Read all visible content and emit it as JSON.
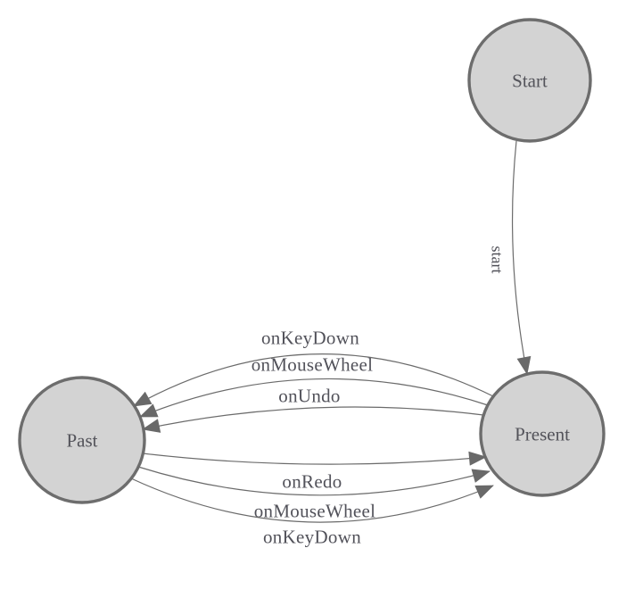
{
  "diagram": {
    "background_color": "#ffffff",
    "node_fill_color": "#d3d3d3",
    "node_border_color": "#6d6d6d",
    "edge_color": "#6b6b6b",
    "arrowhead_color": "#696969",
    "edge_label_color": "#52525a",
    "node_label_color": "#53535a",
    "nodes": [
      {
        "id": "start",
        "label": "Start"
      },
      {
        "id": "present",
        "label": "Present"
      },
      {
        "id": "past",
        "label": "Past"
      }
    ],
    "edges": [
      {
        "from": "Start",
        "to": "Present",
        "label": "start"
      },
      {
        "from": "Present",
        "to": "Past",
        "label": "onKeyDown"
      },
      {
        "from": "Present",
        "to": "Past",
        "label": "onMouseWheel"
      },
      {
        "from": "Present",
        "to": "Past",
        "label": "onUndo"
      },
      {
        "from": "Past",
        "to": "Present",
        "label": "onRedo"
      },
      {
        "from": "Past",
        "to": "Present",
        "label": "onMouseWheel"
      },
      {
        "from": "Past",
        "to": "Present",
        "label": "onKeyDown"
      }
    ]
  }
}
